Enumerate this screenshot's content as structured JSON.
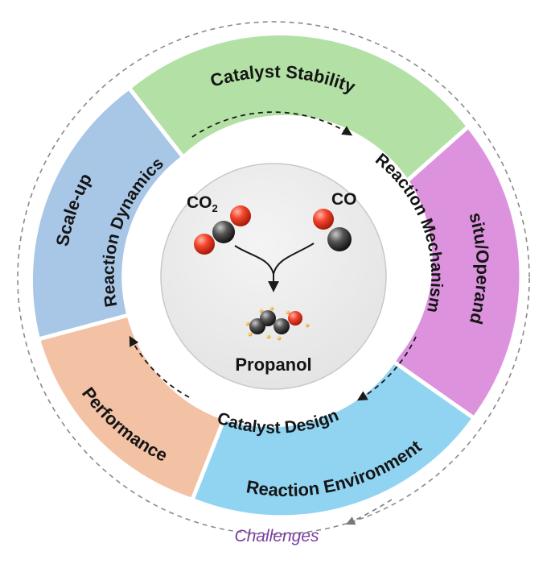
{
  "colors": {
    "catalyst_stability": "#b3e0a5",
    "in_situ_operando": "#dc92dd",
    "reaction_environment": "#91d4f2",
    "performance": "#f3c2a5",
    "scale_up": "#a8c6e6",
    "challenges_text": "#7a3fa0",
    "oxygen_atom": "#e8331f",
    "carbon_atom": "#3b3b3b",
    "hydrogen_atom": "#f0b040"
  },
  "outer_segments": [
    {
      "label": "Catalyst Stability"
    },
    {
      "label": "In situ/Operando"
    },
    {
      "label": "Reaction Environment"
    },
    {
      "label": "Performance"
    },
    {
      "label": "Scale-up"
    }
  ],
  "inner_labels": {
    "top_right": "Reaction Mechanism",
    "left": "Reaction Dynamics",
    "bottom": "Catalyst Design"
  },
  "center": {
    "reactant_1_main": "CO",
    "reactant_1_subscript": "2",
    "reactant_2": "CO",
    "product": "Propanol",
    "icons": [
      "co2-molecule-icon",
      "co-molecule-icon",
      "propanol-molecule-icon",
      "merge-arrow-icon"
    ]
  },
  "footer_label": "Challenges"
}
